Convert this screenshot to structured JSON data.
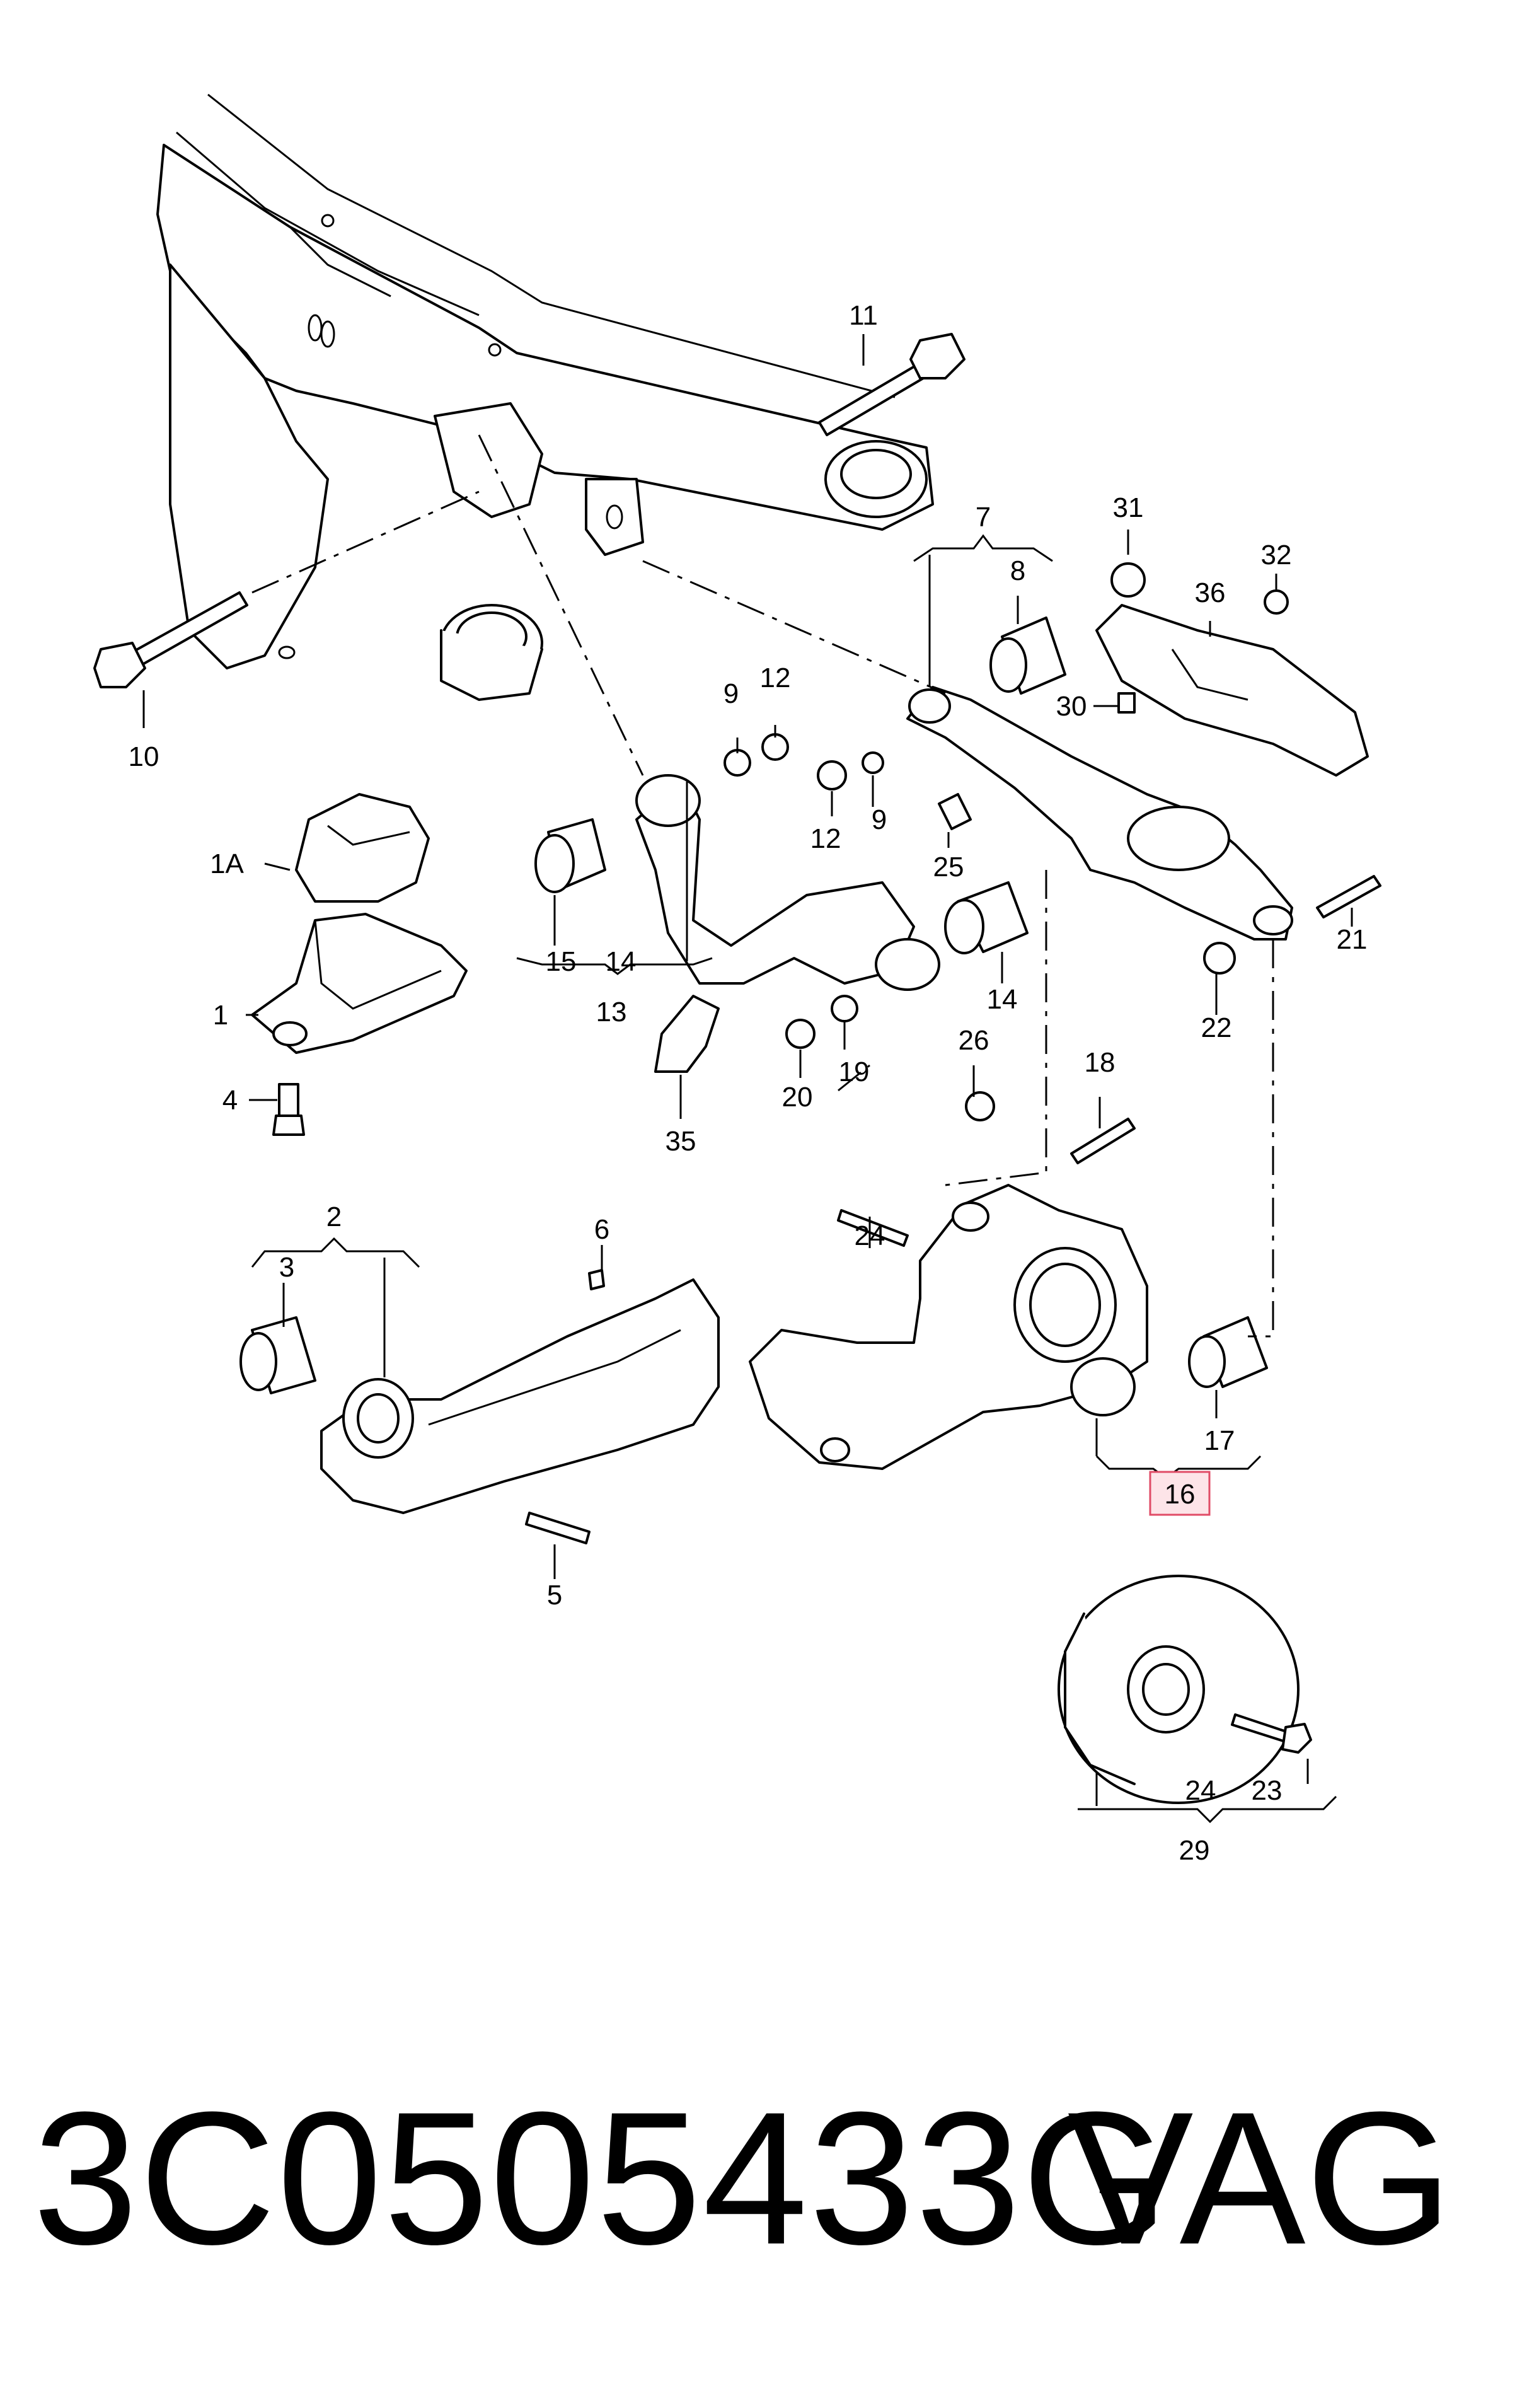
{
  "diagram": {
    "callouts": {
      "c1": "1",
      "c1A": "1A",
      "c2": "2",
      "c3": "3",
      "c4": "4",
      "c5": "5",
      "c6": "6",
      "c7": "7",
      "c8": "8",
      "c9a": "9",
      "c9b": "9",
      "c10": "10",
      "c11": "11",
      "c12a": "12",
      "c12b": "12",
      "c13": "13",
      "c14a": "14",
      "c14b": "14",
      "c15": "15",
      "c16": "16",
      "c17": "17",
      "c18": "18",
      "c19": "19",
      "c20": "20",
      "c21": "21",
      "c22": "22",
      "c23": "23",
      "c24a": "24",
      "c24b": "24",
      "c25": "25",
      "c26": "26",
      "c29": "29",
      "c30": "30",
      "c31": "31",
      "c32": "32",
      "c35": "35",
      "c36": "36"
    },
    "highlighted_callout": "16",
    "highlight_color": "#fde4e8",
    "highlight_border": "#e04b66"
  },
  "footer": {
    "part_number": "3C0505433G",
    "brand": "VAG"
  }
}
